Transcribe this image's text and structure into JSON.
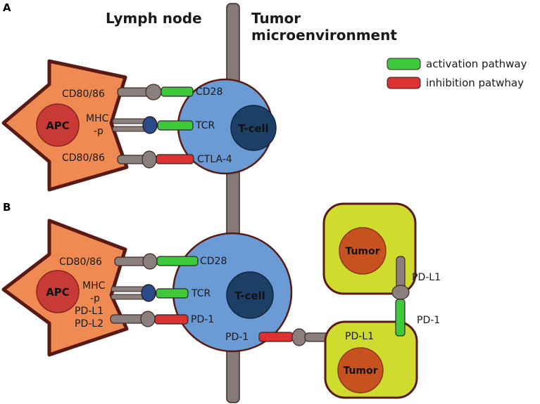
{
  "panels": {
    "a": "A",
    "b": "B"
  },
  "regions": {
    "lymph_node": "Lymph node",
    "tumor_env_line1": "Tumor",
    "tumor_env_line2": "microenvironment"
  },
  "legend": {
    "activation": "activation pathway",
    "inhibition": "inhibition patwhay"
  },
  "panel_a": {
    "apc": "APC",
    "tcell": "T-cell",
    "cd80_top": "CD80/86",
    "mhc_line1": "MHC",
    "mhc_line2": "-p",
    "cd80_bottom": "CD80/86",
    "cd28": "CD28",
    "tcr": "TCR",
    "ctla4": "CTLA-4"
  },
  "panel_b": {
    "apc": "APC",
    "tcell": "T-cell",
    "cd80": "CD80/86",
    "mhc_line1": "MHC",
    "mhc_line2": "-p",
    "pdl1": "PD-L1",
    "pdl2": "PD-L2",
    "cd28": "CD28",
    "tcr": "TCR",
    "pd1_apc": "PD-1",
    "pd1_tumor": "PD-1",
    "tumor_top": "Tumor",
    "tumor_bottom": "Tumor",
    "pdl1_tumor_top": "PD-L1",
    "pd1_tumor_top": "PD-1",
    "pdl1_tumor_bottom": "PD-L1"
  },
  "colors": {
    "activation": "#3ec93a",
    "inhibition": "#dd3030",
    "apc_fill": "#ee8a52",
    "apc_nucleus": "#c73a35",
    "tcell_fill": "#6b9bd4",
    "tcell_nucleus": "#1d3f66",
    "tumor_fill": "#cfdc2e",
    "tumor_nucleus": "#c6531f",
    "receptor_gray": "#8a7f7c",
    "outline": "#5a1a14"
  }
}
